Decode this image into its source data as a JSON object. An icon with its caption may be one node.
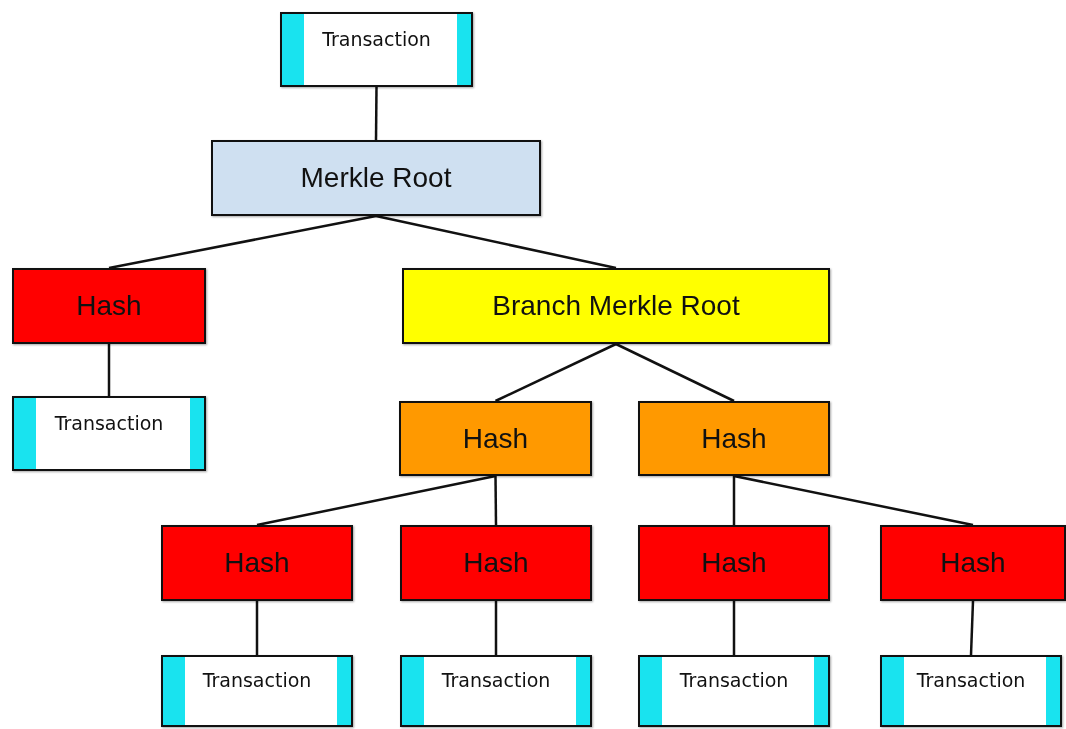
{
  "diagram": {
    "nodes": [
      {
        "text": [
          "Transaction"
        ]
      },
      {
        "text": [
          "Merkle Root"
        ]
      },
      {
        "text": [
          "Hash"
        ]
      },
      {
        "text": [
          "Branch Merkle Root"
        ]
      },
      {
        "text": [
          "Transaction"
        ]
      },
      {
        "text": [
          "Hash"
        ]
      },
      {
        "text": [
          "Hash"
        ]
      },
      {
        "text": [
          "Hash"
        ]
      },
      {
        "text": [
          "Hash"
        ]
      },
      {
        "text": [
          "Hash"
        ]
      },
      {
        "text": [
          "Hash"
        ]
      },
      {
        "text": [
          "Transaction"
        ]
      },
      {
        "text": [
          "Transaction"
        ]
      },
      {
        "text": [
          "Transaction"
        ]
      },
      {
        "text": [
          "Transaction"
        ]
      }
    ],
    "edges": [
      {
        "from": 0,
        "to": 1,
        "arrow": "none"
      },
      {
        "from": 1,
        "to": 2,
        "arrow": "none"
      },
      {
        "from": 1,
        "to": 3,
        "arrow": "none"
      },
      {
        "from": 2,
        "to": 4,
        "arrow": "none"
      },
      {
        "from": 3,
        "to": 5,
        "arrow": "none"
      },
      {
        "from": 3,
        "to": 6,
        "arrow": "none"
      },
      {
        "from": 5,
        "to": 7,
        "arrow": "none"
      },
      {
        "from": 5,
        "to": 8,
        "arrow": "none"
      },
      {
        "from": 6,
        "to": 9,
        "arrow": "none"
      },
      {
        "from": 6,
        "to": 10,
        "arrow": "none"
      },
      {
        "from": 7,
        "to": 11,
        "arrow": "none"
      },
      {
        "from": 8,
        "to": 12,
        "arrow": "none"
      },
      {
        "from": 9,
        "to": 13,
        "arrow": "none"
      },
      {
        "from": 10,
        "to": 14,
        "arrow": "none"
      }
    ]
  }
}
